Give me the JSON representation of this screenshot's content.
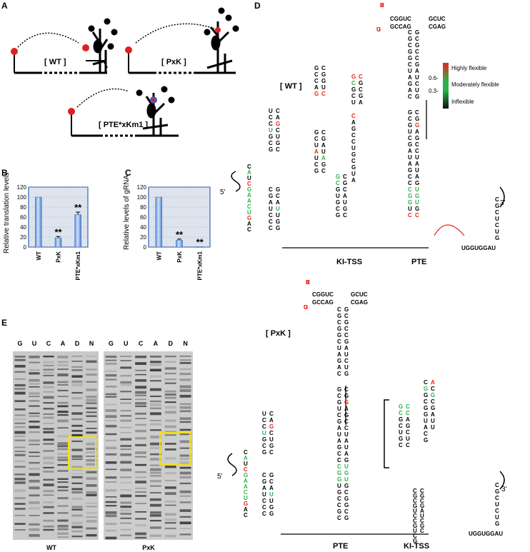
{
  "panels": {
    "A": "A",
    "B": "B",
    "C": "C",
    "D": "D",
    "E": "E"
  },
  "panel_a": {
    "wt": "[ WT ]",
    "pxk": "[ PxK ]",
    "pte": "[ PTE*xKm1 ]"
  },
  "colors": {
    "highly_flexible": "#e8231e",
    "moderately_flexible": "#2bb24a",
    "inflexible": "#000000",
    "bar": "#7aaee8",
    "panel_bg": "#dde4ee",
    "gel_box": "#f4e10a"
  },
  "legend": {
    "highly": "Highly flexible",
    "moderately": "Moderately flexible",
    "inflexible": "Inflexible",
    "t1": "0.6-",
    "t2": "0.3-"
  },
  "chart_data": [
    {
      "type": "bar",
      "categories": [
        "WT",
        "PxK",
        "PTE*xKm1"
      ],
      "values": [
        100,
        18,
        65
      ],
      "errors": [
        0,
        3,
        5
      ],
      "significance": [
        "",
        "**",
        "**"
      ],
      "ylabel": "Relative translation levels",
      "ylim": [
        0,
        120
      ],
      "yticks": [
        "0",
        "20",
        "40",
        "60",
        "80",
        "100",
        "120"
      ]
    },
    {
      "type": "bar",
      "categories": [
        "WT",
        "PxK",
        "PTE*xKm1"
      ],
      "values": [
        100,
        14,
        1
      ],
      "errors": [
        0,
        2,
        0
      ],
      "significance": [
        "",
        "**",
        "**"
      ],
      "ylabel": "Relative levels of gRNA",
      "ylim": [
        0,
        120
      ],
      "yticks": [
        "0",
        "20",
        "40",
        "60",
        "80",
        "100",
        "120"
      ]
    }
  ],
  "panel_d": {
    "wt_title": "[ WT ]",
    "pxk_title": "[ PxK ]",
    "five_prime": "5'",
    "three_prime": "3'",
    "kitss": "KI-TSS",
    "pte": "PTE",
    "tail": "UGGUGGAU",
    "pte_loop_top": "CGGUC",
    "pte_loop_top2": "GCUC",
    "pte_loop_bot": "GCCAG",
    "pte_loop_bot2": "CGAG"
  },
  "panel_e": {
    "lanes_wt": [
      "G",
      "U",
      "C",
      "A",
      "D",
      "N"
    ],
    "lanes_pxk": [
      "G",
      "U",
      "C",
      "A",
      "D",
      "N"
    ],
    "wt_label": "WT",
    "pxk_label": "PxK"
  }
}
